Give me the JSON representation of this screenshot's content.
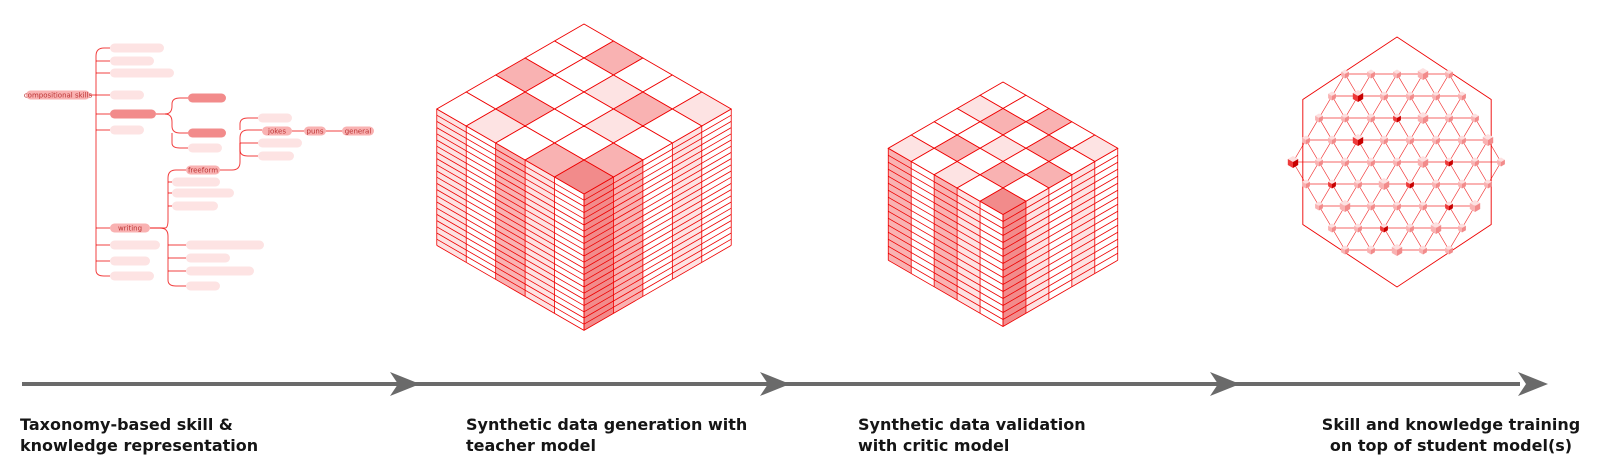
{
  "colors": {
    "line": "#ee0000",
    "arrow": "#6a6a6a",
    "text": "#151515",
    "fill_light": "#fde3e3",
    "fill_mid": "#f9b2b2",
    "fill_dark": "#f28b8b",
    "fill_strong": "#ee3b3b"
  },
  "stages": [
    {
      "label": "Taxonomy-based skill &\nknowledge representation"
    },
    {
      "label": "Synthetic data generation with\nteacher model"
    },
    {
      "label": "Synthetic data validation\nwith critic model"
    },
    {
      "label": "Skill and knowledge training\non top of student model(s)"
    }
  ],
  "taxonomy": {
    "root_label": "compositional skills",
    "mid_label": "freeform",
    "leaf_labels": [
      "jokes",
      "puns",
      "general"
    ],
    "bottom_label": "writing"
  }
}
